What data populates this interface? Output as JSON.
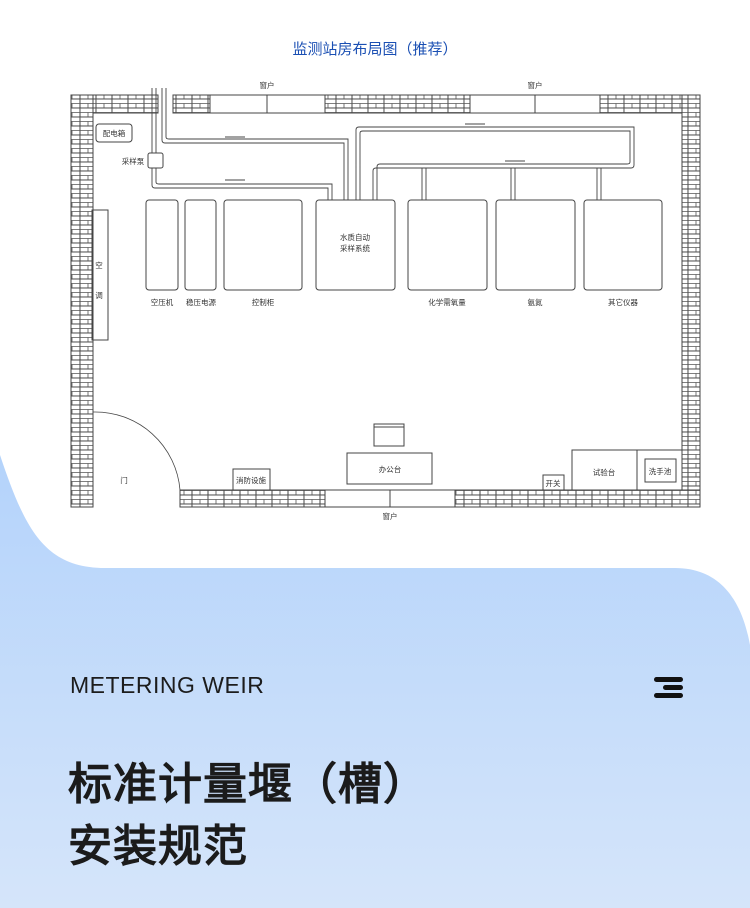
{
  "header": {
    "title": "监测站房布局图（推荐）"
  },
  "floor_plan": {
    "window_top_left": "窗户",
    "window_top_right": "窗户",
    "window_bottom": "窗户",
    "distribution_box": "配电箱",
    "sampling_pump": "采样泵",
    "air_conditioner_1": "空",
    "air_conditioner_2": "调",
    "equipment": [
      "空压机",
      "稳压电源",
      "控制柜",
      "水质自动",
      "采样系统",
      "化学需氧量",
      "氨氮",
      "其它仪器"
    ],
    "door": "门",
    "fire_facility": "消防设施",
    "office_desk": "办公台",
    "switch": "开关",
    "test_bench": "试验台",
    "sink": "洗手池"
  },
  "section": {
    "subtitle": "METERING WEIR",
    "title_line1": "标准计量堰（槽）",
    "title_line2": "安装规范"
  },
  "colors": {
    "accent": "#1a4fb3",
    "blue_bg": "#c2dcfb"
  }
}
